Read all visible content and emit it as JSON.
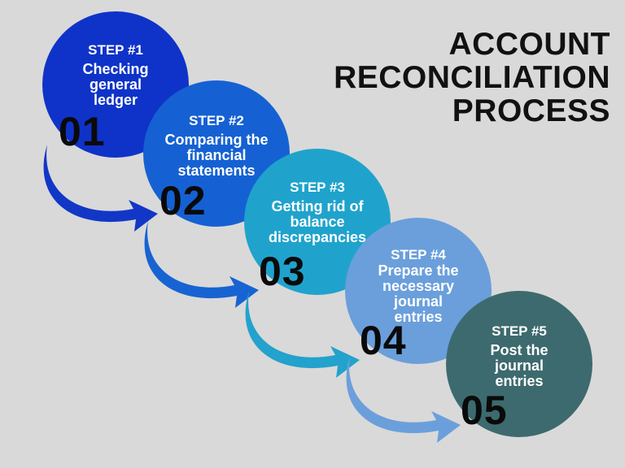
{
  "title": {
    "line1": "ACCOUNT",
    "line2": "RECONCILIATION",
    "line3": "PROCESS"
  },
  "colors": {
    "background": "#d9d9d9",
    "step1": "#0f33c8",
    "step2": "#1561d3",
    "step3": "#1fa3cc",
    "step4": "#6a9fdb",
    "step5": "#3d6a6e"
  },
  "steps": [
    {
      "label": "STEP #1",
      "desc": "Checking general ledger",
      "number": "01"
    },
    {
      "label": "STEP #2",
      "desc": "Comparing the financial statements",
      "number": "02"
    },
    {
      "label": "STEP #3",
      "desc": "Getting rid of balance discrepancies",
      "number": "03"
    },
    {
      "label": "STEP #4",
      "desc": "Prepare the necessary journal entries",
      "number": "04"
    },
    {
      "label": "STEP #5",
      "desc": "Post the journal entries",
      "number": "05"
    }
  ]
}
